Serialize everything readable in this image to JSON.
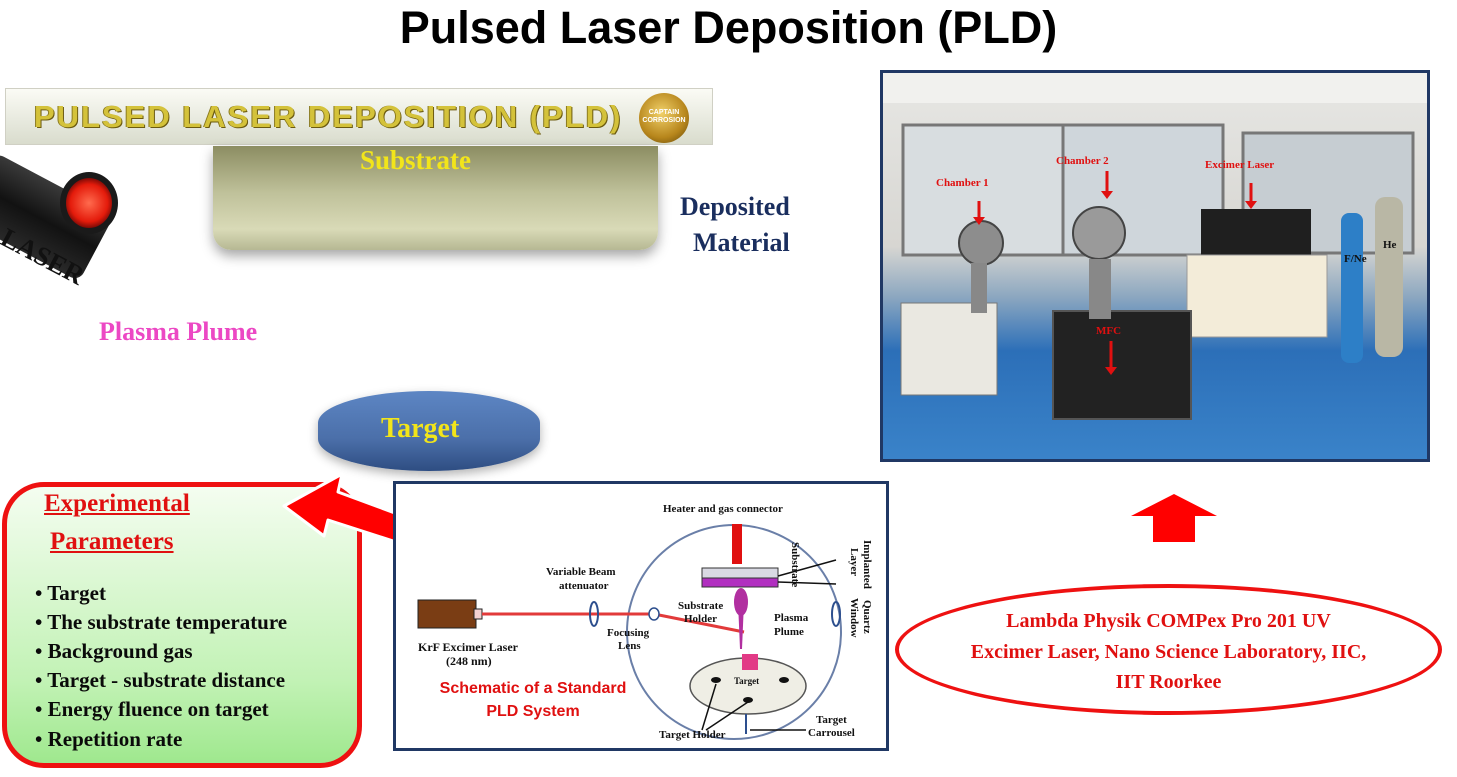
{
  "title": "Pulsed Laser Deposition (PLD)",
  "banner": {
    "text": "PULSED LASER DEPOSITION (PLD)",
    "badge": "CAPTAIN CORROSION"
  },
  "labels": {
    "laser": "LASER",
    "substrate": "Substrate",
    "deposited_line1": "Deposited",
    "deposited_line2": "Material",
    "plasma_plume": "Plasma Plume",
    "target": "Target"
  },
  "experimental": {
    "heading_line1": "Experimental",
    "heading_line2": "Parameters",
    "items": [
      "• Target",
      "• The substrate temperature",
      "• Background gas",
      "• Target - substrate distance",
      "• Energy fluence on target",
      "• Repetition rate"
    ]
  },
  "schematic": {
    "heater": "Heater and gas connector",
    "variable_beam": "Variable Beam",
    "attenuator": "attenuator",
    "krf_line1": "KrF Excimer Laser",
    "krf_line2": "(248 nm)",
    "focusing_lens_1": "Focusing",
    "focusing_lens_2": "Lens",
    "substrate_holder_1": "Substrate",
    "substrate_holder_2": "Holder",
    "plasma_plume_1": "Plasma",
    "plasma_plume_2": "Plume",
    "target": "Target",
    "target_holder": "Target Holder",
    "target_carrousel_1": "Target",
    "target_carrousel_2": "Carrousel",
    "substrate_rot": "Substrate",
    "implanted_1": "Implanted",
    "implanted_2": "Layer",
    "quartz_1": "Quartz",
    "quartz_2": "Window",
    "caption_line1": "Schematic of a Standard",
    "caption_line2": "PLD System"
  },
  "photo": {
    "chamber1": "Chamber 1",
    "chamber2": "Chamber 2",
    "excimer": "Excimer Laser",
    "mfc": "MFC",
    "fne": "F/Ne",
    "he": "He"
  },
  "caption": {
    "line1": "Lambda Physik COMPex Pro 201 UV",
    "line2": "Excimer Laser, Nano Science Laboratory, IIC,",
    "line3": "IIT Roorkee"
  },
  "colors": {
    "red": "#ee1111",
    "navy": "#203864",
    "yellow": "#f2e51a",
    "magenta": "#ec48c4"
  }
}
